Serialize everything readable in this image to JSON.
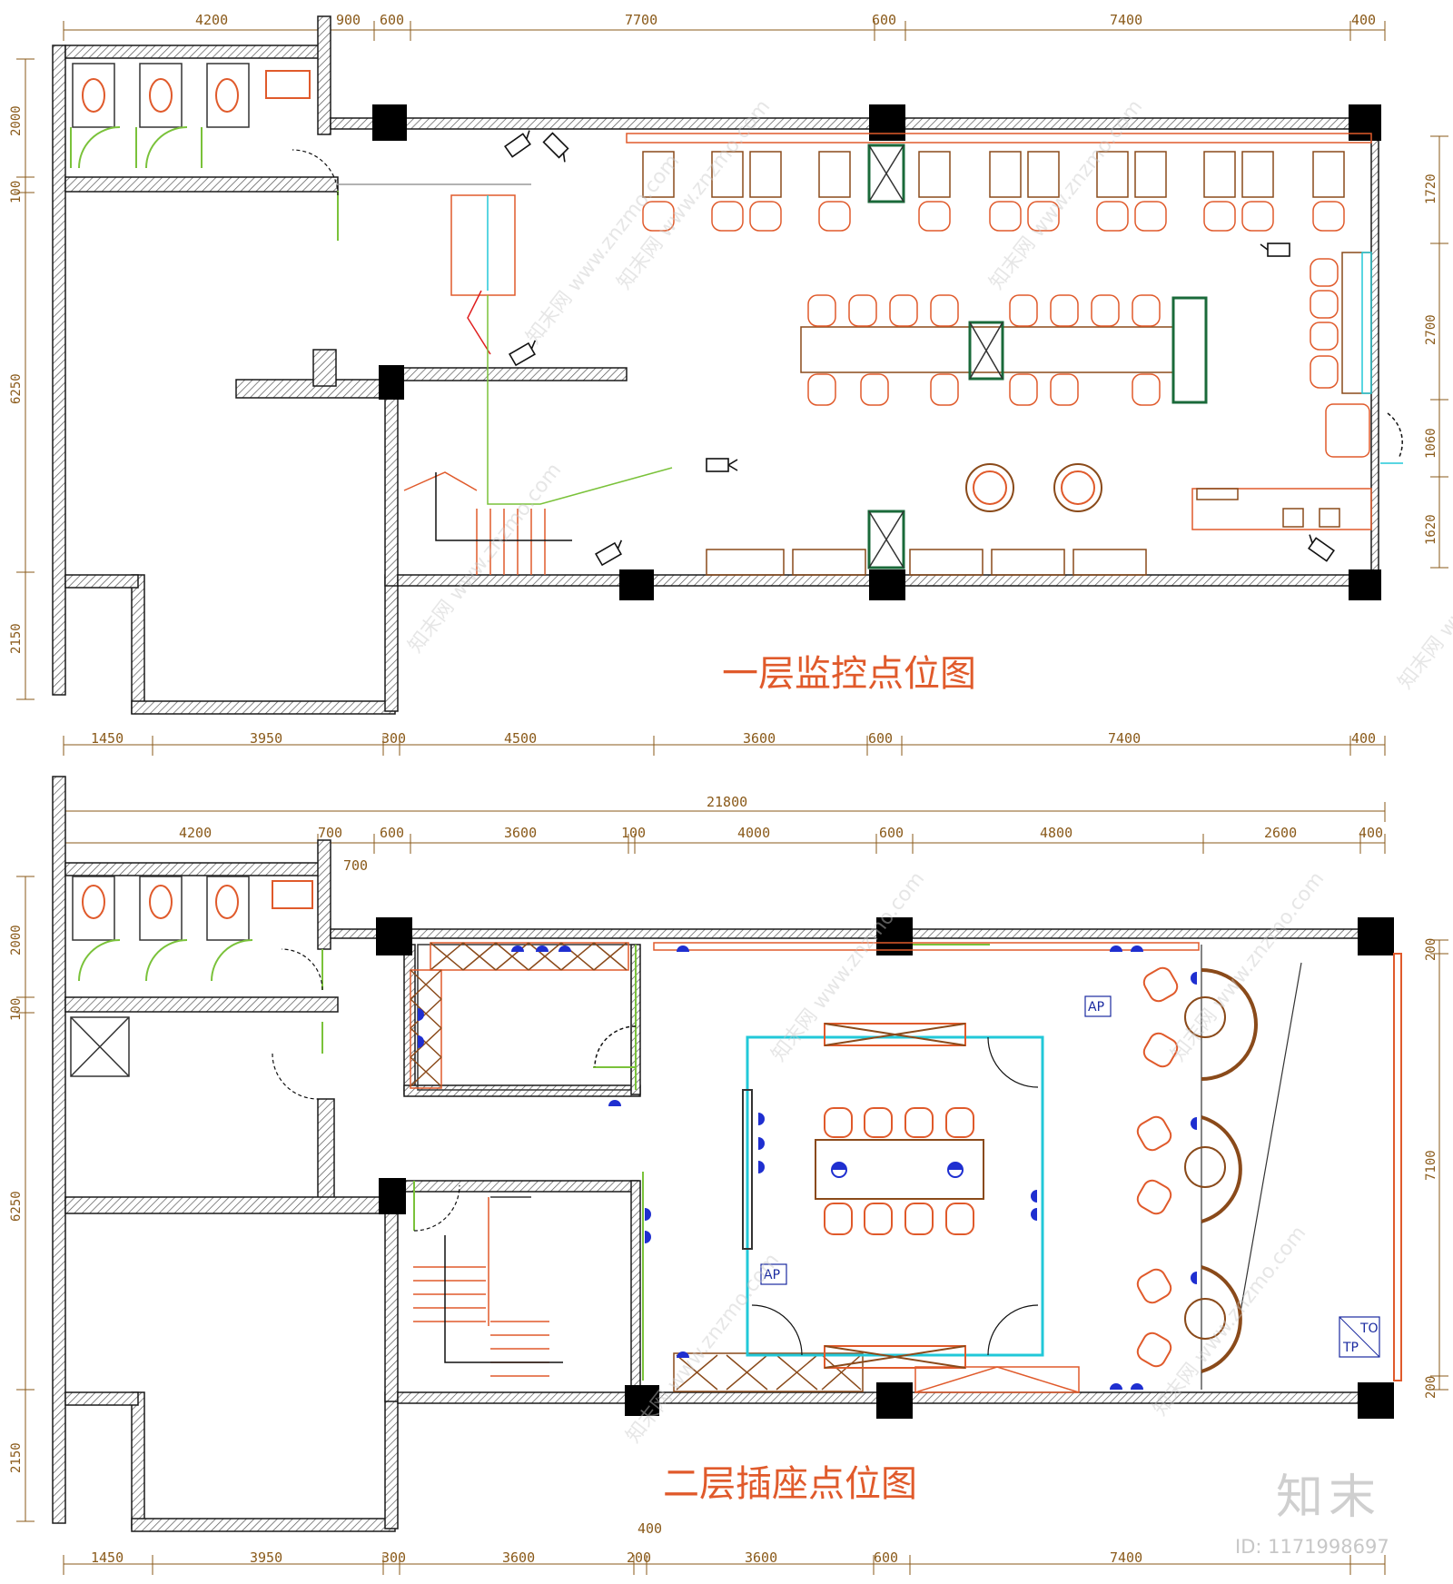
{
  "plan1": {
    "title": "一层监控点位图",
    "dims_top": [
      "4200",
      "900",
      "600",
      "7700",
      "600",
      "7400",
      "400"
    ],
    "dims_bottom": [
      "1450",
      "3950",
      "300",
      "4500",
      "3600",
      "600",
      "7400",
      "400"
    ],
    "dims_left": [
      "2000",
      "100",
      "6250",
      "2150"
    ],
    "dims_right": [
      "1720",
      "2700",
      "1060",
      "1620"
    ]
  },
  "plan2": {
    "title": "二层插座点位图",
    "total": "21800",
    "dims_top": [
      "4200",
      "700",
      "600",
      "3600",
      "100",
      "4000",
      "600",
      "4800",
      "2600",
      "400"
    ],
    "dim_700": "700",
    "dims_bottom": [
      "1450",
      "3950",
      "300",
      "3600",
      "200",
      "3600",
      "600",
      "7400"
    ],
    "dim_400": "400",
    "dims_left": [
      "2000",
      "100",
      "6250",
      "2150"
    ],
    "dims_right": [
      "200",
      "7100",
      "200"
    ],
    "tags": {
      "ap1": "AP",
      "ap2": "AP",
      "to": "TO",
      "tp": "TP"
    }
  },
  "watermark": "知末网 www.znzmo.com",
  "brand": "知末",
  "image_id": "ID: 1171998697",
  "colors": {
    "wall": "#1a1a1a",
    "orange": "#e05a2b",
    "brown": "#8a4a1a",
    "dim": "#8a5a1a",
    "green": "#7ac23a",
    "cyan": "#22c8d8",
    "blue": "#1f2fd0",
    "red": "#e02020"
  }
}
